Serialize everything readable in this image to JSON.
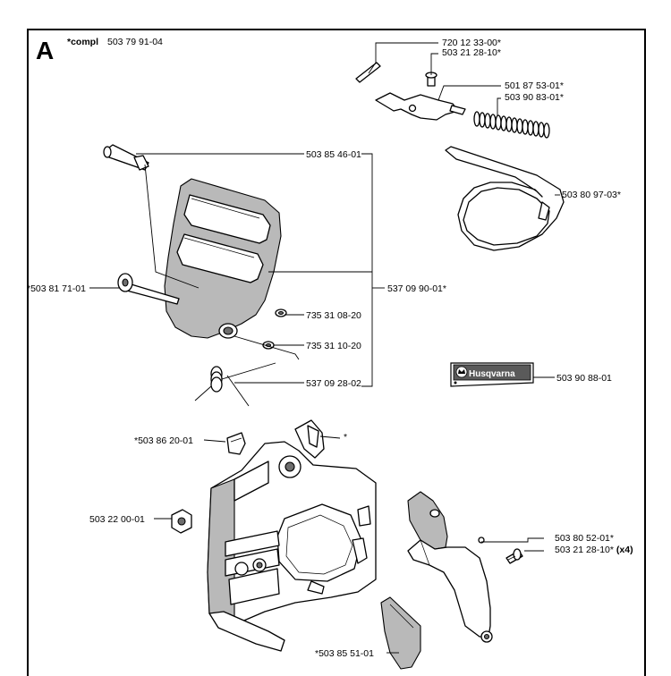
{
  "section": {
    "letter": "A",
    "compl_prefix": "*compl",
    "compl_number": "503 79 91-04"
  },
  "brand": "Husqvarna",
  "labels": [
    {
      "id": "p1",
      "text": "720 12 33-00*"
    },
    {
      "id": "p2",
      "text": "503 21 28-10*"
    },
    {
      "id": "p3",
      "text": "501 87 53-01*"
    },
    {
      "id": "p4",
      "text": "503 90 83-01*"
    },
    {
      "id": "p5",
      "text": "503 85 46-01"
    },
    {
      "id": "p6",
      "text": "503 80 97-03*"
    },
    {
      "id": "p7",
      "text": "*503 81 71-01"
    },
    {
      "id": "p8",
      "text": "537 09 90-01*"
    },
    {
      "id": "p9",
      "text": "735 31 08-20"
    },
    {
      "id": "p10",
      "text": "735 31 10-20"
    },
    {
      "id": "p11",
      "text": "537 09 28-02"
    },
    {
      "id": "p12",
      "text": "503 90 88-01"
    },
    {
      "id": "p13",
      "text": "*503 86 20-01"
    },
    {
      "id": "p14",
      "text": "*"
    },
    {
      "id": "p15",
      "text": "503 22 00-01"
    },
    {
      "id": "p16",
      "text": "503 80 52-01*"
    },
    {
      "id": "p17",
      "text": "503 21 28-10*"
    },
    {
      "id": "p18",
      "text": "*503 85 51-01"
    }
  ],
  "qty_suffix": "(x4)"
}
